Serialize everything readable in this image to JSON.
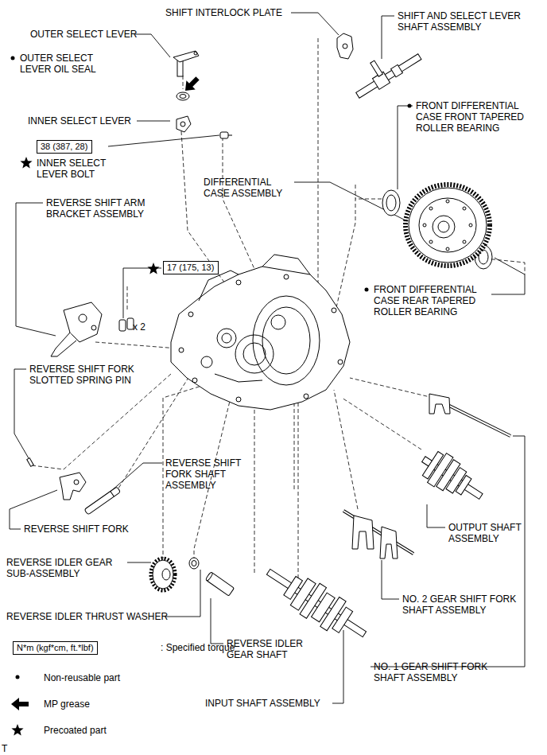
{
  "diagram": {
    "nodes": [
      {
        "text": [
          "38 (387, 28)"
        ]
      },
      {
        "text": [
          "17 (175, 13)"
        ]
      },
      {
        "text": [
          "N*m (kgf*cm, ft.*lbf)"
        ]
      }
    ],
    "labels": [
      "SHIFT INTERLOCK PLATE",
      "SHIFT AND SELECT LEVER SHAFT ASSEMBLY",
      "OUTER SELECT LEVER",
      "OUTER SELECT LEVER OIL SEAL",
      "FRONT DIFFERENTIAL CASE FRONT TAPERED ROLLER BEARING",
      "INNER SELECT LEVER",
      "DIFFERENTIAL CASE ASSEMBLY",
      "INNER SELECT LEVER BOLT",
      "REVERSE SHIFT ARM BRACKET ASSEMBLY",
      "FRONT DIFFERENTIAL CASE REAR TAPERED ROLLER BEARING",
      "x 2",
      "REVERSE SHIFT FORK SLOTTED SPRING PIN",
      "REVERSE SHIFT FORK SHAFT ASSEMBLY",
      "REVERSE SHIFT FORK",
      "OUTPUT SHAFT ASSEMBLY",
      "REVERSE IDLER GEAR SUB-ASSEMBLY",
      "NO. 2 GEAR SHIFT FORK SHAFT ASSEMBLY",
      "REVERSE IDLER THRUST WASHER",
      "REVERSE IDLER GEAR SHAFT",
      "NO. 1 GEAR SHIFT FORK SHAFT ASSEMBLY",
      "INPUT SHAFT ASSEMBLY",
      "T"
    ],
    "legend": [
      {
        "text": ": Specified torque"
      },
      {
        "text": "Non-reusable part"
      },
      {
        "text": "MP grease"
      },
      {
        "text": "Precoated part"
      }
    ]
  }
}
